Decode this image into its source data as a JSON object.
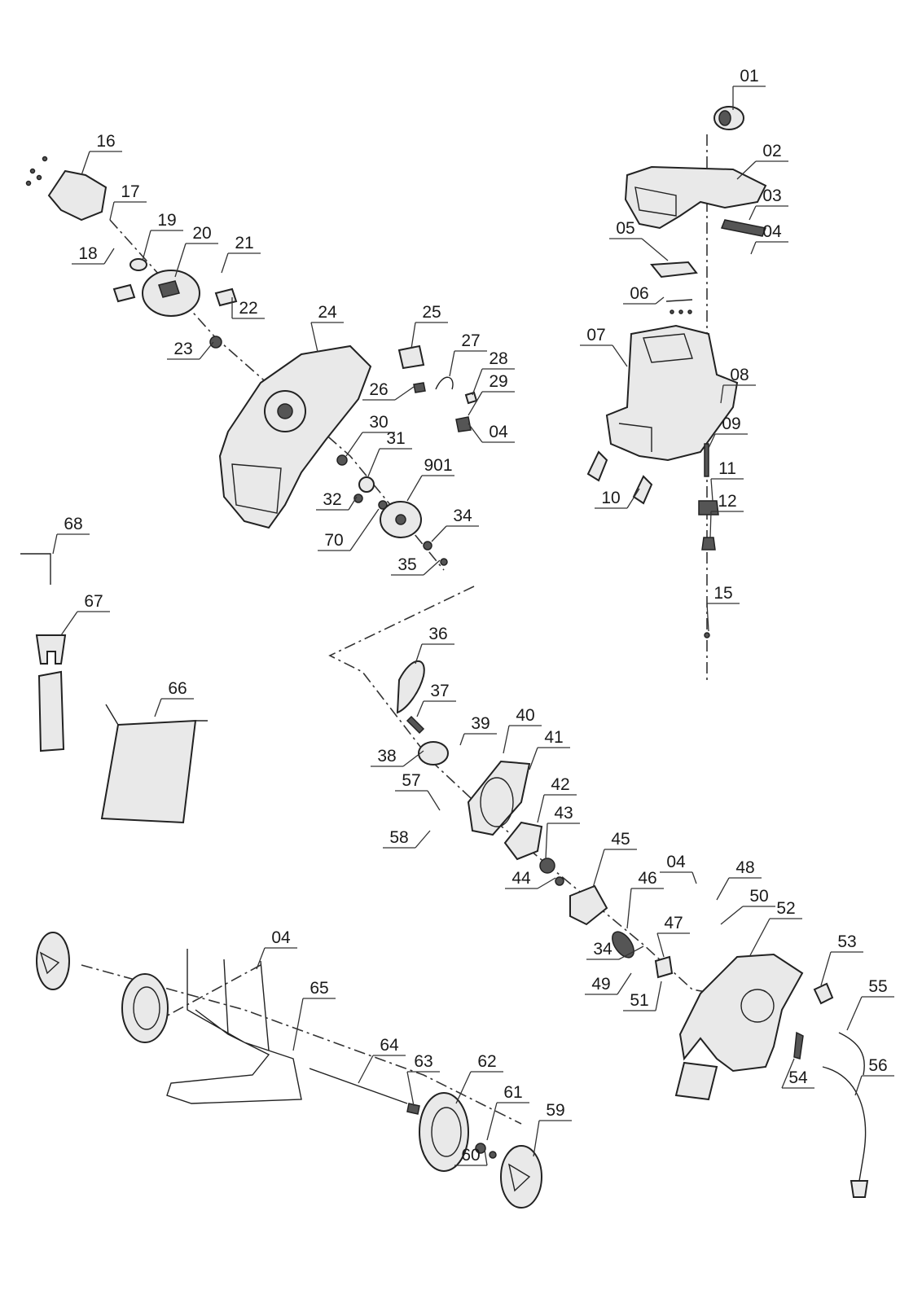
{
  "diagram": {
    "labels": [
      "01",
      "02",
      "03",
      "04",
      "05",
      "06",
      "07",
      "08",
      "09",
      "10",
      "11",
      "12",
      "15",
      "16",
      "17",
      "18",
      "19",
      "20",
      "21",
      "22",
      "23",
      "24",
      "25",
      "26",
      "27",
      "28",
      "29",
      "04",
      "30",
      "31",
      "32",
      "901",
      "70",
      "34",
      "35",
      "68",
      "67",
      "66",
      "36",
      "37",
      "38",
      "39",
      "40",
      "41",
      "57",
      "42",
      "58",
      "43",
      "44",
      "45",
      "04",
      "48",
      "46",
      "50",
      "47",
      "52",
      "34",
      "53",
      "49",
      "51",
      "55",
      "54",
      "56",
      "04",
      "65",
      "64",
      "63",
      "62",
      "61",
      "60",
      "59"
    ]
  }
}
